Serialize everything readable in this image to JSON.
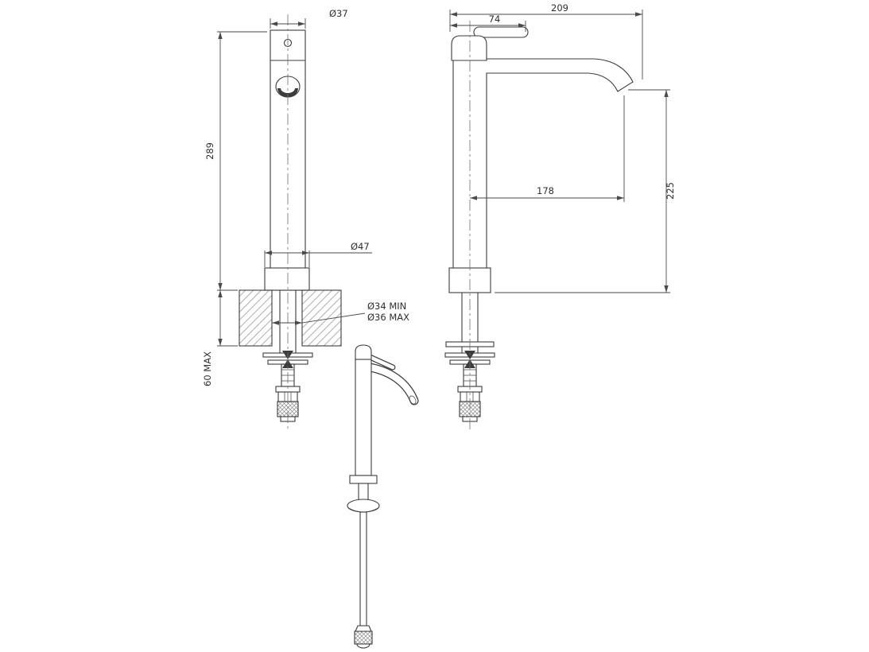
{
  "front_view": {
    "spout_diameter": "Ø37",
    "height": "289",
    "base_diameter": "Ø47",
    "hole_diameter_min": "Ø34 MIN",
    "hole_diameter_max": "Ø36 MAX",
    "deck_thickness_max": "60 MAX"
  },
  "side_view": {
    "total_depth": "209",
    "handle_length": "74",
    "spout_reach": "178",
    "spout_height": "225"
  },
  "colors": {
    "line": "#3c3c3c",
    "dim": "#4a4a4a",
    "hatch": "#9a9a9a",
    "background": "#ffffff"
  }
}
